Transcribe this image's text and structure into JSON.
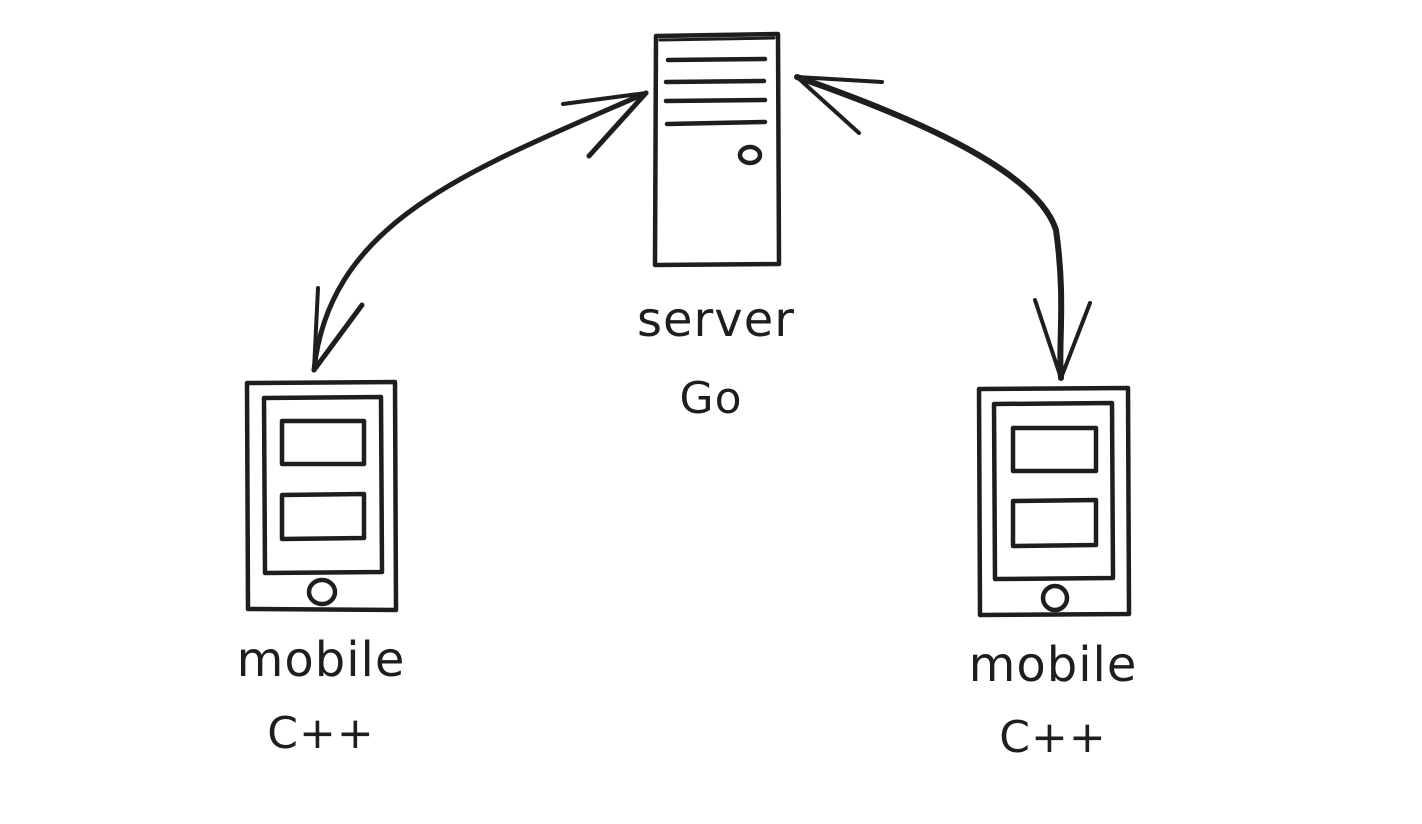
{
  "colors": {
    "ink": "#1e1e1e",
    "background": "#ffffff"
  },
  "nodes": {
    "server": {
      "icon": "server-tower-icon",
      "label": "server",
      "sublabel": "Go"
    },
    "mobile_left": {
      "icon": "mobile-phone-icon",
      "label": "mobile",
      "sublabel": "C++"
    },
    "mobile_right": {
      "icon": "mobile-phone-icon",
      "label": "mobile",
      "sublabel": "C++"
    }
  },
  "edges": [
    {
      "from": "server",
      "to": "mobile_left",
      "direction": "bidirectional"
    },
    {
      "from": "server",
      "to": "mobile_right",
      "direction": "bidirectional"
    }
  ]
}
